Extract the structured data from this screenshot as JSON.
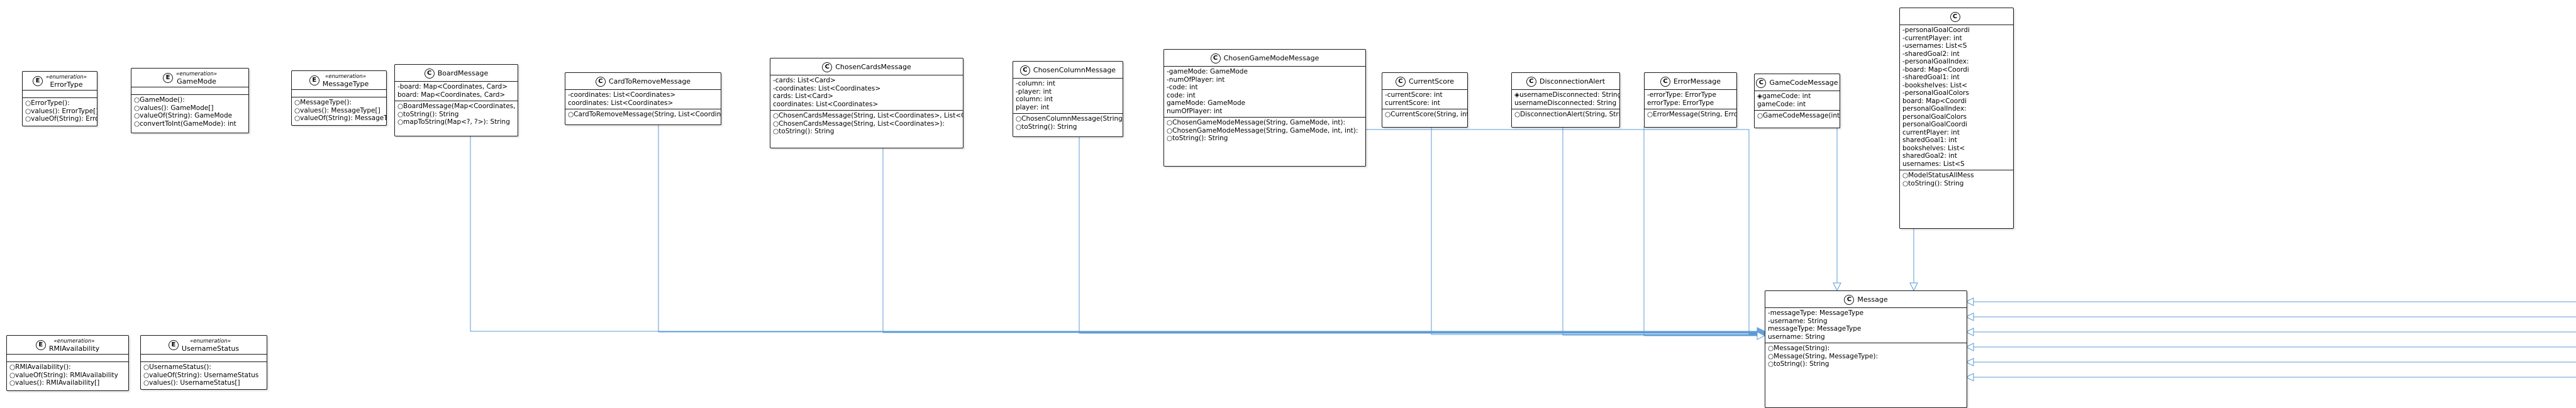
{
  "diagram": {
    "classes": [
      {
        "key": "error_type",
        "kind": "E",
        "stereotype": "«enumeration»",
        "name": "ErrorType",
        "fields": [],
        "methods": [
          "○ErrorType():",
          "○values(): ErrorType[]",
          "○valueOf(String): ErrorType"
        ]
      },
      {
        "key": "game_mode",
        "kind": "E",
        "stereotype": "«enumeration»",
        "name": "GameMode",
        "fields": [],
        "methods": [
          "○GameMode():",
          "○values(): GameMode[]",
          "○valueOf(String): GameMode",
          "○convertToInt(GameMode): int"
        ]
      },
      {
        "key": "message_type",
        "kind": "E",
        "stereotype": "«enumeration»",
        "name": "MessageType",
        "fields": [],
        "methods": [
          "○MessageType():",
          "○values(): MessageType[]",
          "○valueOf(String): MessageType"
        ]
      },
      {
        "key": "board_message",
        "kind": "C",
        "stereotype": "",
        "name": "BoardMessage",
        "fields": [
          "-board: Map<Coordinates, Card>",
          "  board: Map<Coordinates, Card>"
        ],
        "methods": [
          "○BoardMessage(Map<Coordinates, Card>):",
          "○toString(): String",
          "○mapToString(Map<?, ?>): String"
        ]
      },
      {
        "key": "card_to_remove",
        "kind": "C",
        "stereotype": "",
        "name": "CardToRemoveMessage",
        "fields": [
          "-coordinates: List<Coordinates>",
          "  coordinates: List<Coordinates>"
        ],
        "methods": [
          "○CardToRemoveMessage(String, List<Coordinates>):"
        ]
      },
      {
        "key": "chosen_cards",
        "kind": "C",
        "stereotype": "",
        "name": "ChosenCardsMessage",
        "fields": [
          "-cards: List<Card>",
          "-coordinates: List<Coordinates>",
          "  cards: List<Card>",
          "  coordinates: List<Coordinates>"
        ],
        "methods": [
          "○ChosenCardsMessage(String, List<Coordinates>, List<Card>):",
          "○ChosenCardsMessage(String, List<Coordinates>):",
          "○toString(): String"
        ]
      },
      {
        "key": "chosen_column",
        "kind": "C",
        "stereotype": "",
        "name": "ChosenColumnMessage",
        "fields": [
          "-column: int",
          "-player: int",
          "  column: int",
          "  player: int"
        ],
        "methods": [
          "○ChosenColumnMessage(String, int):",
          "○toString(): String"
        ]
      },
      {
        "key": "chosen_game_mode",
        "kind": "C",
        "stereotype": "",
        "name": "ChosenGameModeMessage",
        "fields": [
          "-gameMode: GameMode",
          "-numOfPlayer: int",
          "-code: int",
          "  code: int",
          "  gameMode: GameMode",
          "  numOfPlayer: int"
        ],
        "methods": [
          "○ChosenGameModeMessage(String, GameMode, int):",
          "○ChosenGameModeMessage(String, GameMode, int, int):",
          "○toString(): String"
        ]
      },
      {
        "key": "current_score",
        "kind": "C",
        "stereotype": "",
        "name": "CurrentScore",
        "fields": [
          "-currentScore: int",
          "  currentScore: int"
        ],
        "methods": [
          "○CurrentScore(String, int):"
        ]
      },
      {
        "key": "disconnection_alert",
        "kind": "C",
        "stereotype": "",
        "name": "DisconnectionAlert",
        "fields": [
          "◈usernameDisconnected: String",
          "  usernameDisconnected: String"
        ],
        "methods": [
          "○DisconnectionAlert(String, String):"
        ]
      },
      {
        "key": "error_message",
        "kind": "C",
        "stereotype": "",
        "name": "ErrorMessage",
        "fields": [
          "-errorType: ErrorType",
          "  errorType: ErrorType"
        ],
        "methods": [
          "○ErrorMessage(String, ErrorType):"
        ]
      },
      {
        "key": "game_code_message",
        "kind": "C",
        "stereotype": "",
        "name": "GameCodeMessage",
        "fields": [
          "◈gameCode: int",
          "  gameCode: int"
        ],
        "methods": [
          "○GameCodeMessage(int):"
        ]
      },
      {
        "key": "model_status",
        "kind": "C",
        "stereotype": "",
        "name": "",
        "fields": [
          "-personalGoalCoordi",
          "-currentPlayer: int",
          "-usernames: List<S",
          "-sharedGoal2: int",
          "-personalGoalIndex:",
          "-board: Map<Coordi",
          "-sharedGoal1: int",
          "-bookshelves: List<",
          "-personalGoalColors",
          "  board: Map<Coordi",
          "  personalGoalIndex:",
          "  personalGoalColors",
          "  personalGoalCoordi",
          "  currentPlayer: int",
          "  sharedGoal1: int",
          "  bookshelves: List<",
          "  sharedGoal2: int",
          "  usernames: List<S"
        ],
        "methods": [
          "○ModelStatusAllMess",
          "○toString(): String"
        ]
      },
      {
        "key": "rmi_availability",
        "kind": "E",
        "stereotype": "«enumeration»",
        "name": "RMIAvailability",
        "fields": [],
        "methods": [
          "○RMIAvailability():",
          "○valueOf(String): RMIAvailability",
          "○values(): RMIAvailability[]"
        ]
      },
      {
        "key": "username_status",
        "kind": "E",
        "stereotype": "«enumeration»",
        "name": "UsernameStatus",
        "fields": [],
        "methods": [
          "○UsernameStatus():",
          "○valueOf(String): UsernameStatus",
          "○values(): UsernameStatus[]"
        ]
      },
      {
        "key": "message",
        "kind": "C",
        "stereotype": "",
        "name": "Message",
        "fields": [
          "-messageType: MessageType",
          "-username: String",
          "  messageType: MessageType",
          "  username: String"
        ],
        "methods": [
          "○Message(String):",
          "○Message(String, MessageType):",
          "○toString(): String"
        ]
      }
    ],
    "edge_color": "#5b9bd5",
    "edges": [
      {
        "from": "board_message",
        "to": "message"
      },
      {
        "from": "card_to_remove",
        "to": "message"
      },
      {
        "from": "chosen_cards",
        "to": "message"
      },
      {
        "from": "chosen_column",
        "to": "message"
      },
      {
        "from": "chosen_game_mode",
        "to": "message"
      },
      {
        "from": "current_score",
        "to": "message"
      },
      {
        "from": "disconnection_alert",
        "to": "message"
      },
      {
        "from": "error_message",
        "to": "message"
      },
      {
        "from": "game_code_message",
        "to": "message"
      },
      {
        "from": "model_status",
        "to": "message"
      }
    ]
  }
}
